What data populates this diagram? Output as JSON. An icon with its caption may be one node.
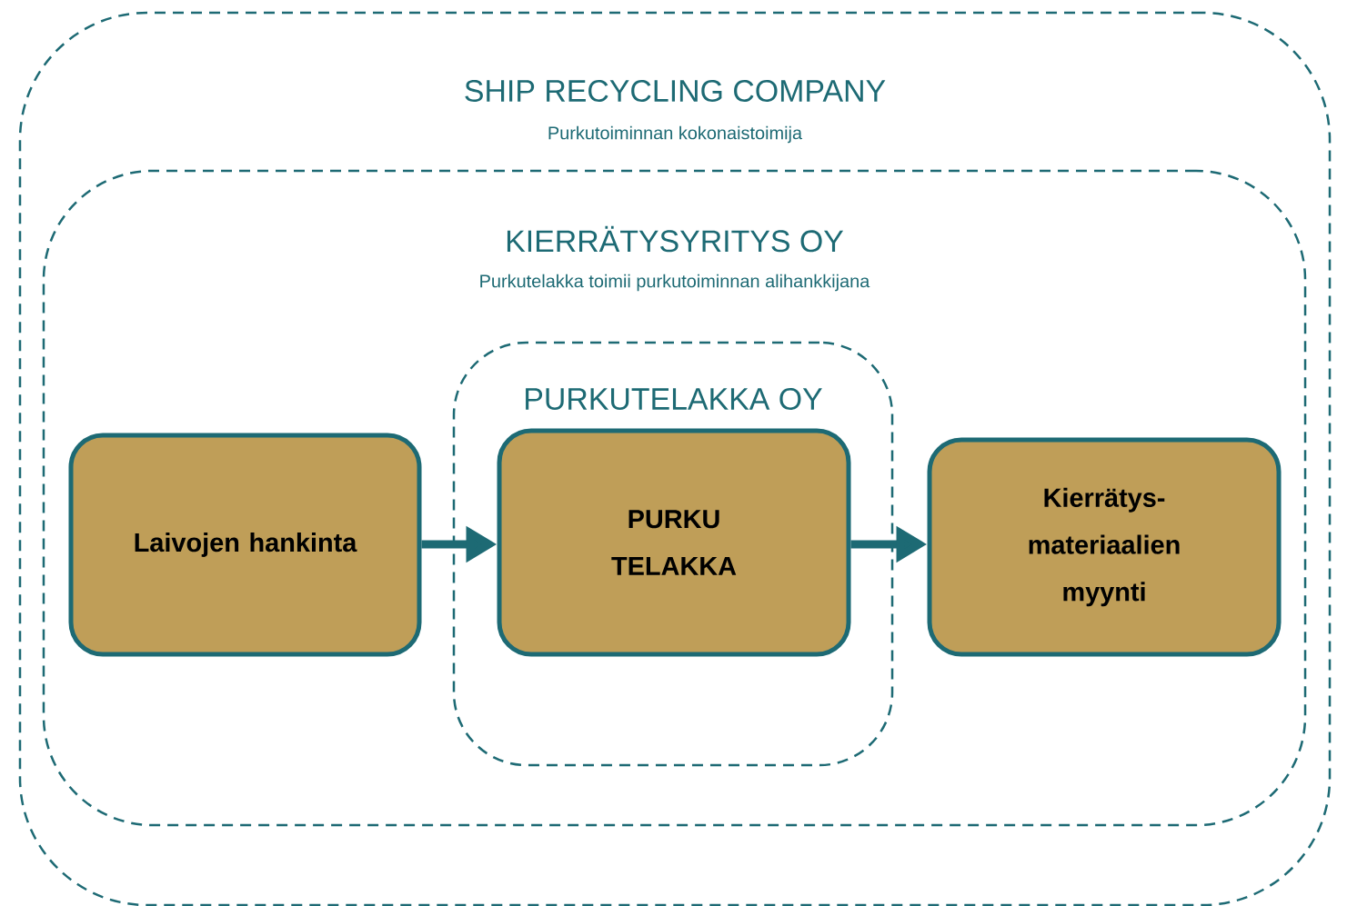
{
  "diagram": {
    "nodes": [
      {
        "text": [
          "SHIP RECYCLING COMPANY",
          "Purkutoiminnan kokonaistoimija"
        ]
      },
      {
        "text": [
          "KIERRÄTYSYRITYS OY",
          "Purkutelakka toimii purkutoiminnan alihankkijana"
        ],
        "in": 0
      },
      {
        "text": [
          "PURKUTELAKKA OY"
        ],
        "in": 1
      },
      {
        "text": [
          "Laivojen hankinta"
        ],
        "in": 1
      },
      {
        "text": [
          "PURKU TELAKKA"
        ],
        "in": 2
      },
      {
        "text": [
          "Kierrätys- materiaalien myynti"
        ],
        "in": 1
      }
    ],
    "edges": [
      {
        "from": 3,
        "to": 4,
        "arrow": "to"
      },
      {
        "from": 4,
        "to": 5,
        "arrow": "to"
      }
    ]
  }
}
